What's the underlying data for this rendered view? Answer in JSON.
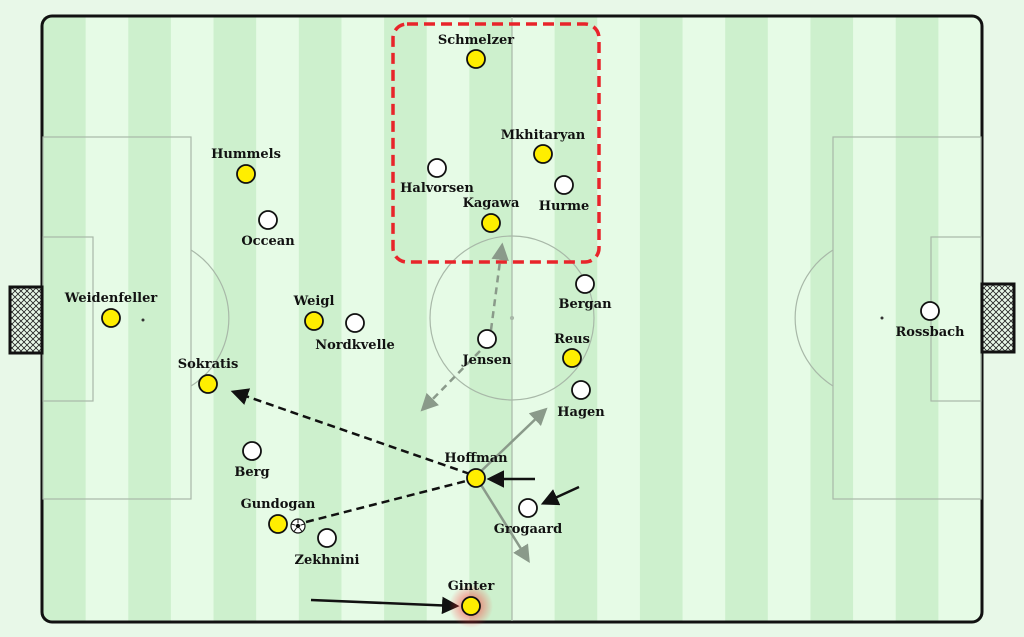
{
  "colors": {
    "stripe_light": "#e6fbe6",
    "stripe_dark": "#cdf0cd",
    "line": "#a8b8a8",
    "team_a": "#ffee00",
    "team_b": "#ffffff",
    "highlight_box": "#e8242a",
    "pass_arrow": "#111111",
    "movement_arrow": "#8a9a8a"
  },
  "players": [
    {
      "name": "Schmelzer",
      "team": "a"
    },
    {
      "name": "Mkhitaryan",
      "team": "a"
    },
    {
      "name": "Halvorsen",
      "team": "b"
    },
    {
      "name": "Hurme",
      "team": "b"
    },
    {
      "name": "Kagawa",
      "team": "a"
    },
    {
      "name": "Hummels",
      "team": "a"
    },
    {
      "name": "Occean",
      "team": "b"
    },
    {
      "name": "Bergan",
      "team": "b"
    },
    {
      "name": "Weidenfeller",
      "team": "a"
    },
    {
      "name": "Weigl",
      "team": "a"
    },
    {
      "name": "Nordkvelle",
      "team": "b"
    },
    {
      "name": "Jensen",
      "team": "b"
    },
    {
      "name": "Reus",
      "team": "a"
    },
    {
      "name": "Rossbach",
      "team": "b"
    },
    {
      "name": "Sokratis",
      "team": "a"
    },
    {
      "name": "Hagen",
      "team": "b"
    },
    {
      "name": "Berg",
      "team": "b"
    },
    {
      "name": "Hoffman",
      "team": "a"
    },
    {
      "name": "Gundogan",
      "team": "a"
    },
    {
      "name": "Grogaard",
      "team": "b"
    },
    {
      "name": "Zekhnini",
      "team": "b"
    },
    {
      "name": "Ginter",
      "team": "a",
      "highlighted": true
    }
  ],
  "ball_carrier": "Gundogan"
}
